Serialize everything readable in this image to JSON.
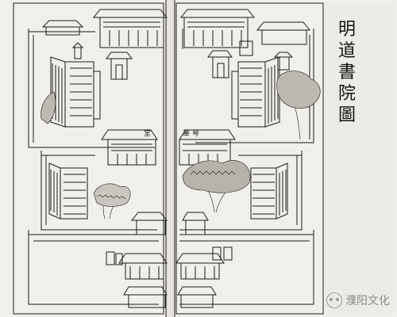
{
  "title": "明道書院圖",
  "labels": {
    "left_hall": "堂",
    "right_hall": "華萼"
  },
  "watermark": {
    "text": "濮阳文化",
    "icon": "wechat-icon"
  }
}
